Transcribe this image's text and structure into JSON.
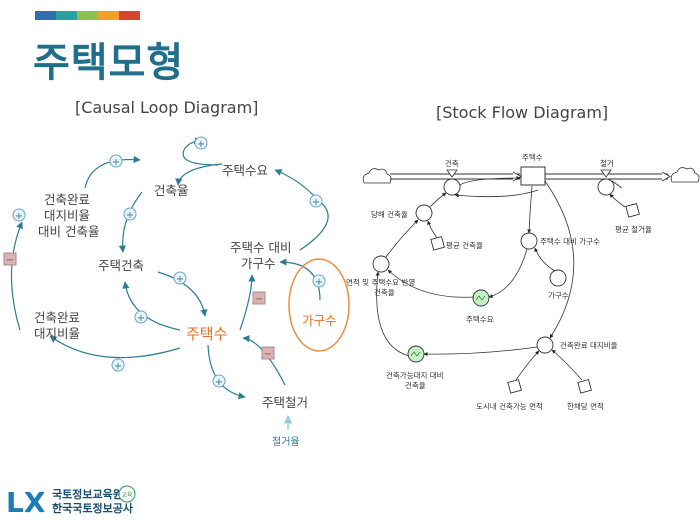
{
  "header": {
    "title": "주택모형",
    "colors": [
      "#2e6fb3",
      "#2aa3a0",
      "#8cc152",
      "#f2a128",
      "#d9472b"
    ]
  },
  "causal_loop": {
    "heading": "[Causal Loop Diagram]",
    "nodes": {
      "construction_rate": "건축율",
      "housing_demand": "주택수요",
      "completion_ratio_line1": "건축완료",
      "completion_ratio_line2": "대지비율",
      "completion_ratio_line3": "대비 건축율",
      "housing_construction": "주택건축",
      "housing_vs_household_line1": "주택수 대비",
      "housing_vs_household_line2": "가구수",
      "completion_land_ratio_line1": "건축완료",
      "completion_land_ratio_line2": "대지비율",
      "housing_count": "주택수",
      "households": "가구수",
      "housing_demolition": "주택철거",
      "demolition_rate": "철거율"
    },
    "signs": {
      "plus": "+",
      "minus": "−"
    }
  },
  "stock_flow": {
    "heading": "[Stock Flow Diagram]",
    "stock": "주택수",
    "flows": {
      "construction": "건축",
      "demolition": "철거"
    },
    "variables": {
      "annual_construction": "당해 건축율",
      "avg_construction": "평균 건축율",
      "housing_vs_household": "주택수 대비 가구수",
      "avg_demolition": "평균 철거율",
      "area_demand_line1": "면적 및 주택수요 반영",
      "area_demand_line2": "건축율",
      "households": "가구수",
      "housing_demand": "주택수요",
      "completion_ratio": "건축완료 대지비율",
      "buildable_ratio_line1": "건축가능대지 대비",
      "buildable_ratio_line2": "건축율",
      "urban_buildable": "도시내 건축가능 면적",
      "max_area": "한채당 면적"
    }
  },
  "logo": {
    "mark": "LX",
    "org_line1": "국토정보교육원",
    "org_line2": "한국국토정보공사",
    "badge_text": "교육"
  }
}
